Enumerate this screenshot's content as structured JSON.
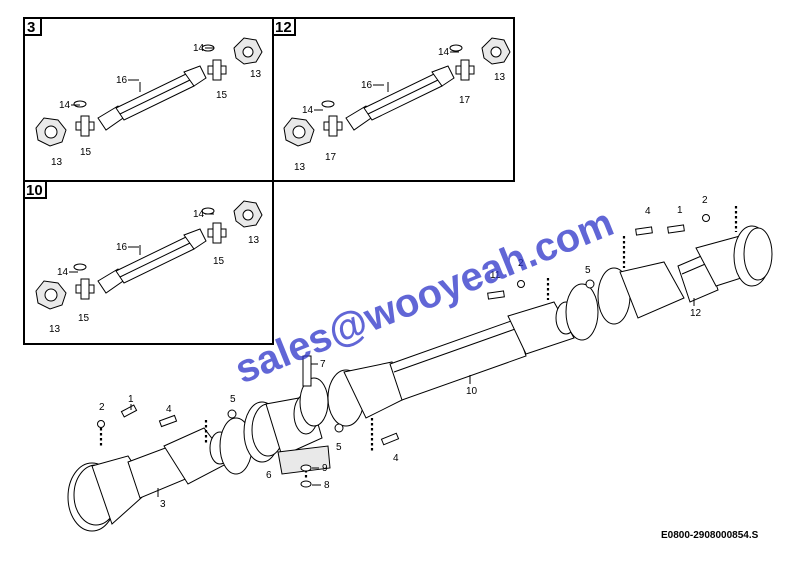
{
  "boxes": [
    {
      "label": "3",
      "top_parts": [
        "14",
        "13",
        "16",
        "15"
      ],
      "bottom_parts": [
        "14",
        "13",
        "15"
      ]
    },
    {
      "label": "12",
      "top_parts": [
        "14",
        "13",
        "16",
        "17"
      ],
      "bottom_parts": [
        "14",
        "13",
        "17"
      ]
    },
    {
      "label": "10",
      "top_parts": [
        "14",
        "13",
        "16",
        "15"
      ],
      "bottom_parts": [
        "14",
        "13",
        "15"
      ]
    }
  ],
  "callouts": [
    "1",
    "2",
    "3",
    "4",
    "4",
    "5",
    "5",
    "6",
    "7",
    "8",
    "9",
    "10",
    "11",
    "2",
    "5",
    "4",
    "1",
    "2",
    "12"
  ],
  "watermark": "sales@wooyeah.com",
  "drawing_code": "E0800-2908000854.S"
}
